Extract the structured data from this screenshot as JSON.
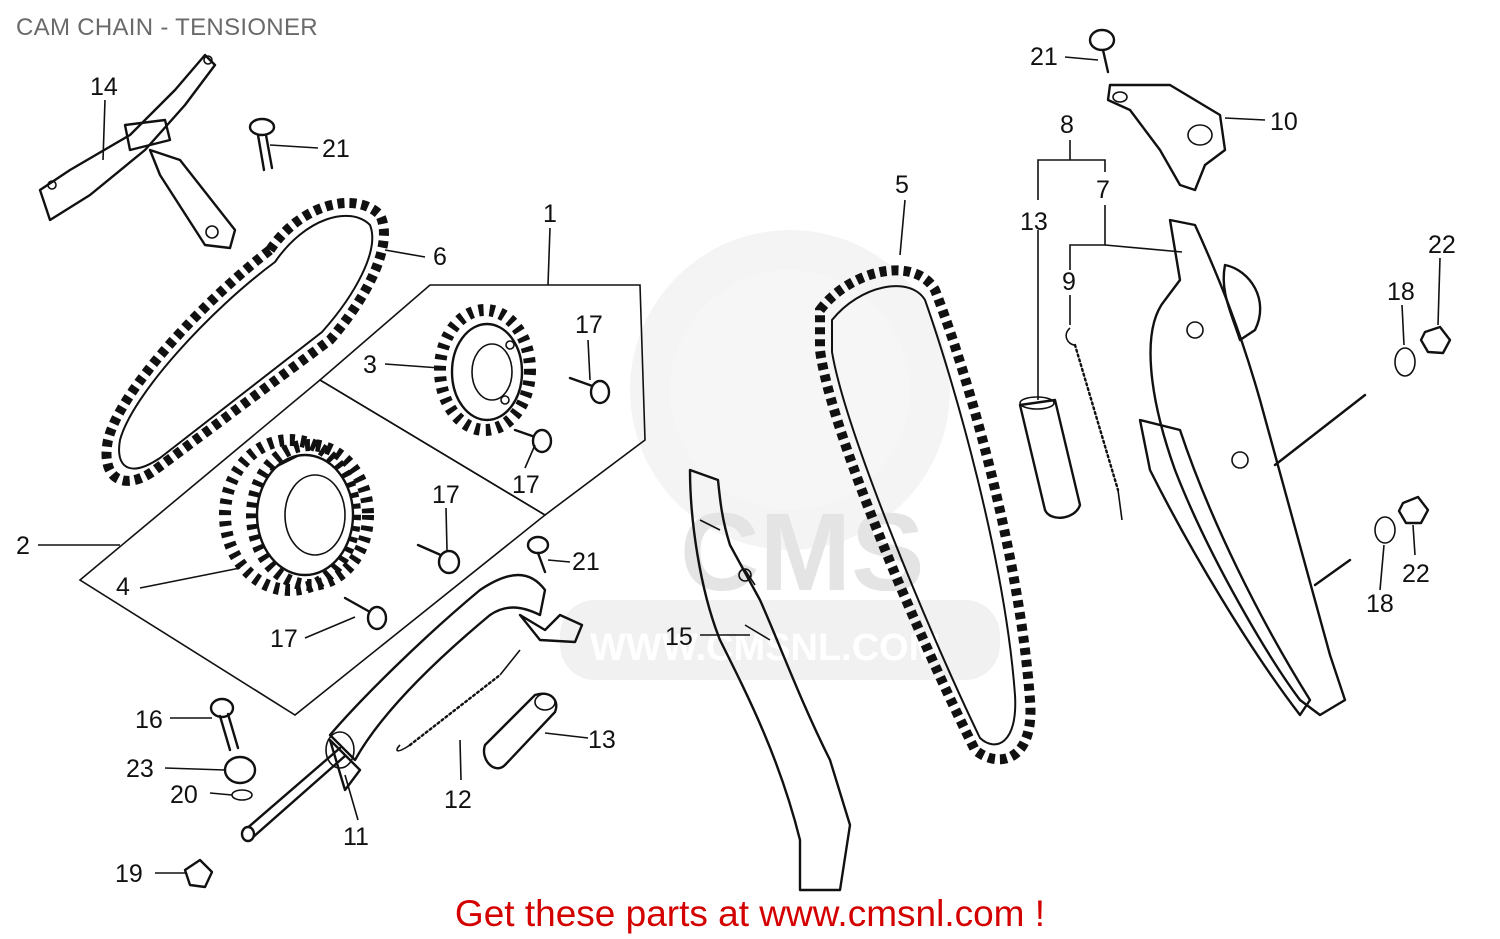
{
  "title": "CAM CHAIN - TENSIONER",
  "watermark": {
    "logo_text": "CMS",
    "url_text": "WWW.CMSNL.COM"
  },
  "callouts": [
    {
      "id": "c14a",
      "number": "14"
    },
    {
      "id": "c21a",
      "number": "21"
    },
    {
      "id": "c6",
      "number": "6"
    },
    {
      "id": "c1",
      "number": "1"
    },
    {
      "id": "c3",
      "number": "3"
    },
    {
      "id": "c17a",
      "number": "17"
    },
    {
      "id": "c17b",
      "number": "17"
    },
    {
      "id": "c2",
      "number": "2"
    },
    {
      "id": "c4",
      "number": "4"
    },
    {
      "id": "c17c",
      "number": "17"
    },
    {
      "id": "c21b",
      "number": "21"
    },
    {
      "id": "c17d",
      "number": "17"
    },
    {
      "id": "c16",
      "number": "16"
    },
    {
      "id": "c23",
      "number": "23"
    },
    {
      "id": "c20",
      "number": "20"
    },
    {
      "id": "c11",
      "number": "11"
    },
    {
      "id": "c12",
      "number": "12"
    },
    {
      "id": "c13a",
      "number": "13"
    },
    {
      "id": "c19",
      "number": "19"
    },
    {
      "id": "c15",
      "number": "15"
    },
    {
      "id": "c5",
      "number": "5"
    },
    {
      "id": "c21c",
      "number": "21"
    },
    {
      "id": "c10",
      "number": "10"
    },
    {
      "id": "c8",
      "number": "8"
    },
    {
      "id": "c7",
      "number": "7"
    },
    {
      "id": "c13b",
      "number": "13"
    },
    {
      "id": "c9",
      "number": "9"
    },
    {
      "id": "c22a",
      "number": "22"
    },
    {
      "id": "c18a",
      "number": "18"
    },
    {
      "id": "c22b",
      "number": "22"
    },
    {
      "id": "c18b",
      "number": "18"
    }
  ],
  "footer": {
    "link_text": "Get these parts at www.cmsnl.com !"
  }
}
